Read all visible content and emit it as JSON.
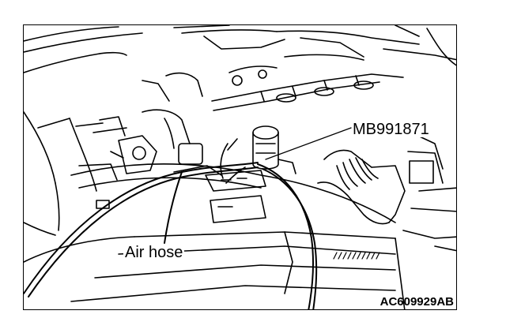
{
  "labels": {
    "tool": "MB991871",
    "hose": "Air hose",
    "figure_code": "AC609929AB"
  }
}
